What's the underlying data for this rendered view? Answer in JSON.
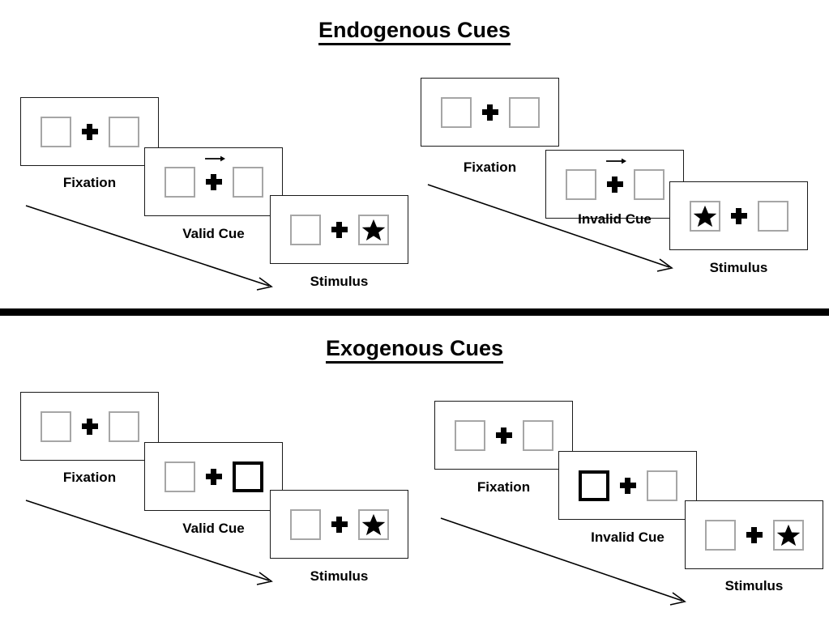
{
  "sections": [
    {
      "title": "Endogenous Cues",
      "cue_type": "arrow",
      "sequences": [
        {
          "name": "valid",
          "frames": [
            {
              "caption": "Fixation",
              "left_box": "empty",
              "right_box": "empty",
              "cue": "none"
            },
            {
              "caption": "Valid Cue",
              "left_box": "empty",
              "right_box": "empty",
              "cue": "arrow-right"
            },
            {
              "caption": "Stimulus",
              "left_box": "empty",
              "right_box": "star",
              "cue": "none"
            }
          ]
        },
        {
          "name": "invalid",
          "frames": [
            {
              "caption": "Fixation",
              "left_box": "empty",
              "right_box": "empty",
              "cue": "none"
            },
            {
              "caption": "Invalid Cue",
              "left_box": "empty",
              "right_box": "empty",
              "cue": "arrow-right"
            },
            {
              "caption": "Stimulus",
              "left_box": "star",
              "right_box": "empty",
              "cue": "none"
            }
          ]
        }
      ]
    },
    {
      "title": "Exogenous Cues",
      "cue_type": "box-flash",
      "sequences": [
        {
          "name": "valid",
          "frames": [
            {
              "caption": "Fixation",
              "left_box": "empty",
              "right_box": "empty",
              "cue": "none"
            },
            {
              "caption": "Valid Cue",
              "left_box": "empty",
              "right_box": "cued",
              "cue": "none"
            },
            {
              "caption": "Stimulus",
              "left_box": "empty",
              "right_box": "star",
              "cue": "none"
            }
          ]
        },
        {
          "name": "invalid",
          "frames": [
            {
              "caption": "Fixation",
              "left_box": "empty",
              "right_box": "empty",
              "cue": "none"
            },
            {
              "caption": "Invalid Cue",
              "left_box": "cued",
              "right_box": "empty",
              "cue": "none"
            },
            {
              "caption": "Stimulus",
              "left_box": "empty",
              "right_box": "star",
              "cue": "none"
            }
          ]
        }
      ]
    }
  ],
  "colors": {
    "box_border": "#a6a6a6",
    "cued_box_border": "#000000",
    "panel_border": "#1a1a1a",
    "ink": "#000000",
    "background": "#ffffff"
  },
  "icons": {
    "fixation": "plus-cross-icon",
    "target": "star-icon",
    "cue": "arrow-right-icon",
    "timeline": "timeline-arrow-icon"
  }
}
